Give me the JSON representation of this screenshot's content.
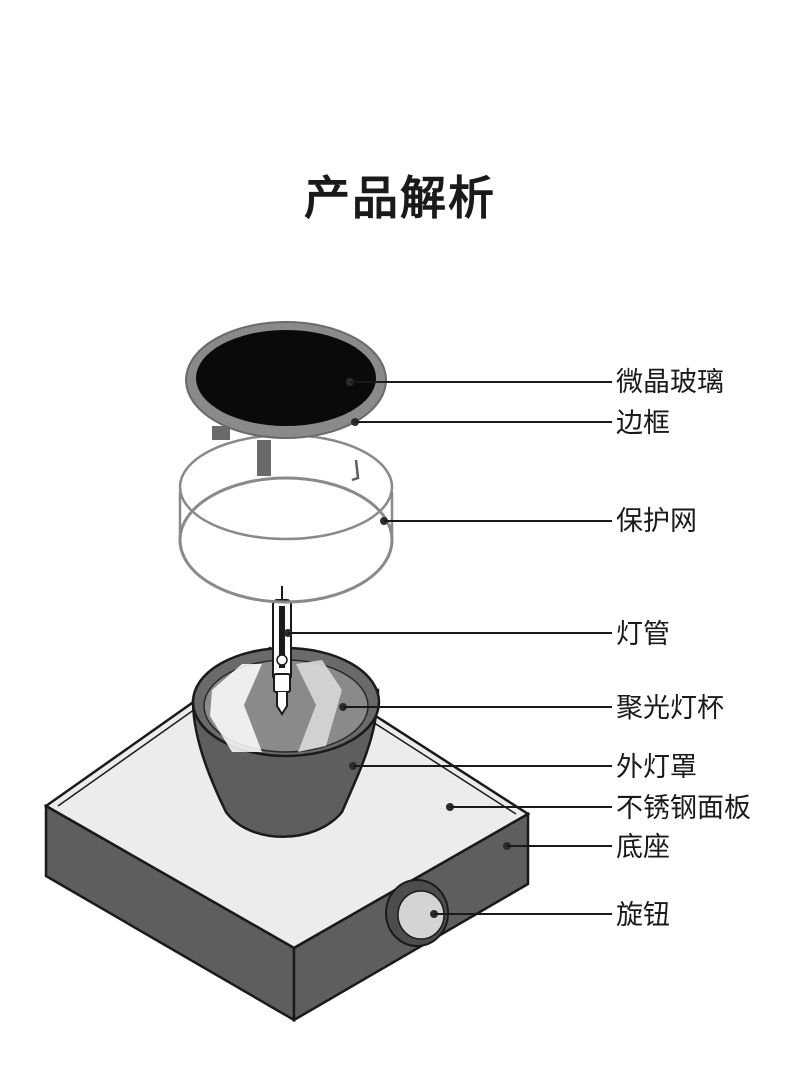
{
  "title": "产品解析",
  "parts": [
    {
      "id": "micro-glass",
      "label": "微晶玻璃"
    },
    {
      "id": "frame",
      "label": "边框"
    },
    {
      "id": "protective-mesh",
      "label": "保护网"
    },
    {
      "id": "lamp-tube",
      "label": "灯管"
    },
    {
      "id": "reflector-cup",
      "label": "聚光灯杯"
    },
    {
      "id": "outer-shade",
      "label": "外灯罩"
    },
    {
      "id": "steel-panel",
      "label": "不锈钢面板"
    },
    {
      "id": "base",
      "label": "底座"
    },
    {
      "id": "knob",
      "label": "旋钮"
    }
  ],
  "colors": {
    "dark_gray": "#5e5e5e",
    "mid_gray": "#8a8a8a",
    "light_gray": "#c9c9c9",
    "panel": "#ececec",
    "glass": "#0a0a0a",
    "outline": "#1a1a1a"
  }
}
